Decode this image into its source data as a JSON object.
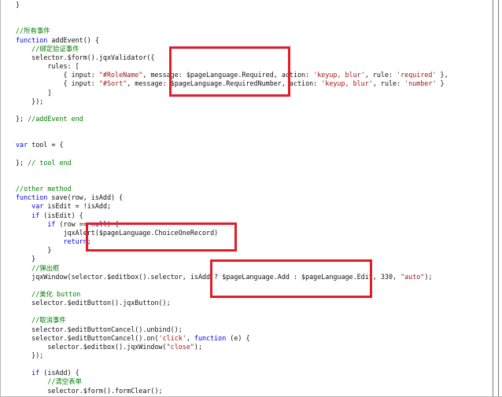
{
  "code_lines": [
    [
      {
        "t": "}"
      }
    ],
    [],
    [],
    [
      {
        "t": "//所有事件",
        "k": "cm"
      }
    ],
    [
      {
        "t": "function",
        "k": "kw"
      },
      {
        "t": " addEvent() {"
      }
    ],
    [
      {
        "t": "    "
      },
      {
        "t": "//绑定验证事件",
        "k": "cm"
      }
    ],
    [
      {
        "t": "    selector.$form().jqxValidator({"
      }
    ],
    [
      {
        "t": "        rules: ["
      }
    ],
    [
      {
        "t": "            { input: "
      },
      {
        "t": "\"#RoleName\"",
        "k": "st"
      },
      {
        "t": ", message: $pageLanguage.Required, action: "
      },
      {
        "t": "'keyup, blur'",
        "k": "st"
      },
      {
        "t": ", rule: "
      },
      {
        "t": "'required'",
        "k": "st"
      },
      {
        "t": " },"
      }
    ],
    [
      {
        "t": "            { input: "
      },
      {
        "t": "\"#Sort\"",
        "k": "st"
      },
      {
        "t": ", message: $pageLanguage.RequiredNumber, action: "
      },
      {
        "t": "'keyup, blur'",
        "k": "st"
      },
      {
        "t": ", rule: "
      },
      {
        "t": "'number'",
        "k": "st"
      },
      {
        "t": " }"
      }
    ],
    [
      {
        "t": "        ]"
      }
    ],
    [
      {
        "t": "    });"
      }
    ],
    [],
    [
      {
        "t": "}; "
      },
      {
        "t": "//addEvent end",
        "k": "cm"
      }
    ],
    [],
    [],
    [
      {
        "t": "var",
        "k": "kw"
      },
      {
        "t": " tool = {"
      }
    ],
    [],
    [
      {
        "t": "}; "
      },
      {
        "t": "// tool end",
        "k": "cm"
      }
    ],
    [],
    [],
    [
      {
        "t": "//other method",
        "k": "cm"
      }
    ],
    [
      {
        "t": "function",
        "k": "kw"
      },
      {
        "t": " save(row, isAdd) {"
      }
    ],
    [
      {
        "t": "    "
      },
      {
        "t": "var",
        "k": "kw"
      },
      {
        "t": " isEdit = !isAdd;"
      }
    ],
    [
      {
        "t": "    "
      },
      {
        "t": "if",
        "k": "kw"
      },
      {
        "t": " (isEdit) {"
      }
    ],
    [
      {
        "t": "        "
      },
      {
        "t": "if",
        "k": "kw"
      },
      {
        "t": " (row == "
      },
      {
        "t": "null",
        "k": "kw"
      },
      {
        "t": ") {"
      }
    ],
    [
      {
        "t": "            jqxAlert($pageLanguage.ChoiceOneRecord)"
      }
    ],
    [
      {
        "t": "            "
      },
      {
        "t": "return",
        "k": "kw"
      },
      {
        "t": ";"
      }
    ],
    [
      {
        "t": "        }"
      }
    ],
    [
      {
        "t": "    }"
      }
    ],
    [
      {
        "t": "    "
      },
      {
        "t": "//弹出框",
        "k": "cm"
      }
    ],
    [
      {
        "t": "    jqxWindow(selector.$editbox().selector, isAdd ? $pageLanguage.Add : $pageLanguage.Edit, 330, "
      },
      {
        "t": "\"auto\"",
        "k": "st"
      },
      {
        "t": ");"
      }
    ],
    [],
    [
      {
        "t": "    "
      },
      {
        "t": "//美化 button",
        "k": "cm"
      }
    ],
    [
      {
        "t": "    selector.$editButton().jqxButton();"
      }
    ],
    [],
    [
      {
        "t": "    "
      },
      {
        "t": "//取消事件",
        "k": "cm"
      }
    ],
    [
      {
        "t": "    selector.$editButtonCancel().unbind();"
      }
    ],
    [
      {
        "t": "    selector.$editButtonCancel().on("
      },
      {
        "t": "'click'",
        "k": "st"
      },
      {
        "t": ", "
      },
      {
        "t": "function",
        "k": "kw"
      },
      {
        "t": " (e) {"
      }
    ],
    [
      {
        "t": "        selector.$editbox().jqxWindow("
      },
      {
        "t": "\"close\"",
        "k": "st"
      },
      {
        "t": ");"
      }
    ],
    [
      {
        "t": "    });"
      }
    ],
    [],
    [
      {
        "t": "    "
      },
      {
        "t": "if",
        "k": "kw"
      },
      {
        "t": " (isAdd) {"
      }
    ],
    [
      {
        "t": "        "
      },
      {
        "t": "//清空表单",
        "k": "cm"
      }
    ],
    [
      {
        "t": "        selector.$form().formClear();"
      }
    ]
  ]
}
